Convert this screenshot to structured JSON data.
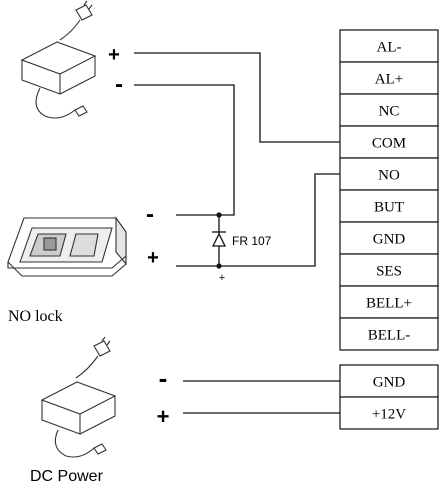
{
  "terminal_block_main": [
    "AL-",
    "AL+",
    "NC",
    "COM",
    "NO",
    "BUT",
    "GND",
    "SES",
    "BELL+",
    "BELL-"
  ],
  "terminal_block_power": [
    "GND",
    "+12V"
  ],
  "polarity": {
    "lock_adapter_plus": "+",
    "lock_adapter_minus": "-",
    "lock_minus": "-",
    "lock_plus": "+",
    "diode_plus": "+",
    "power_minus": "-",
    "power_plus": "+"
  },
  "labels": {
    "diode": "FR 107",
    "lock": "NO lock",
    "power": "DC Power"
  }
}
